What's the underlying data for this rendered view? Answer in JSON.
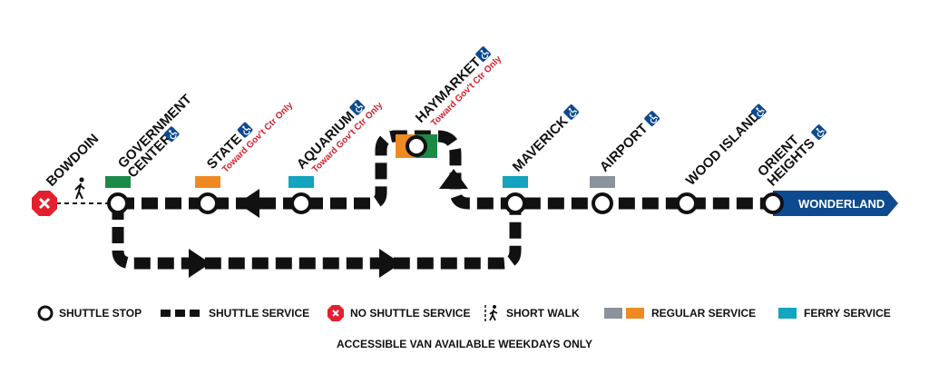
{
  "colors": {
    "line": "#111111",
    "regular_green": "#1b8a47",
    "regular_orange": "#ef8a22",
    "regular_gray": "#8a929c",
    "ferry": "#13a4bf",
    "blue_line": "#0d4a8f",
    "no_service": "#e3202e",
    "note_red": "#d31f2a"
  },
  "stations": [
    {
      "id": "bowdoin",
      "name": "BOWDOIN",
      "accessible": false,
      "note": "",
      "service": "none"
    },
    {
      "id": "government-center",
      "name_lines": [
        "GOVERNMENT",
        "CENTER"
      ],
      "accessible": true,
      "note": "",
      "service": "regular-green"
    },
    {
      "id": "state",
      "name": "STATE",
      "accessible": true,
      "note": "Toward Gov't Ctr Only",
      "service": "regular-orange"
    },
    {
      "id": "aquarium",
      "name": "AQUARIUM",
      "accessible": true,
      "note": "Toward Gov't Ctr Only",
      "service": "ferry"
    },
    {
      "id": "haymarket",
      "name": "HAYMARKET",
      "accessible": true,
      "note": "Toward Gov't Ctr Only",
      "service": "regular-orange-green"
    },
    {
      "id": "maverick",
      "name": "MAVERICK",
      "accessible": true,
      "note": "",
      "service": "ferry"
    },
    {
      "id": "airport",
      "name": "AIRPORT",
      "accessible": true,
      "note": "",
      "service": "regular-gray"
    },
    {
      "id": "wood-island",
      "name": "WOOD ISLAND",
      "accessible": true,
      "note": "",
      "service": "none"
    },
    {
      "id": "orient-heights",
      "name_lines": [
        "ORIENT",
        "HEIGHTS"
      ],
      "accessible": true,
      "note": "",
      "service": "none"
    }
  ],
  "terminus": {
    "label": "WONDERLAND"
  },
  "legend": [
    {
      "id": "shuttle-stop",
      "label": "SHUTTLE STOP",
      "icon": "circle-icon"
    },
    {
      "id": "shuttle-service",
      "label": "SHUTTLE SERVICE",
      "icon": "dashed-line-icon"
    },
    {
      "id": "no-shuttle-service",
      "label": "NO SHUTTLE SERVICE",
      "icon": "no-service-icon"
    },
    {
      "id": "short-walk",
      "label": "SHORT WALK",
      "icon": "walk-icon"
    },
    {
      "id": "regular-service",
      "label": "REGULAR SERVICE",
      "icon": "swatch-icon"
    },
    {
      "id": "ferry-service",
      "label": "FERRY SERVICE",
      "icon": "swatch-icon"
    }
  ],
  "footnote": "ACCESSIBLE VAN AVAILABLE WEEKDAYS ONLY"
}
